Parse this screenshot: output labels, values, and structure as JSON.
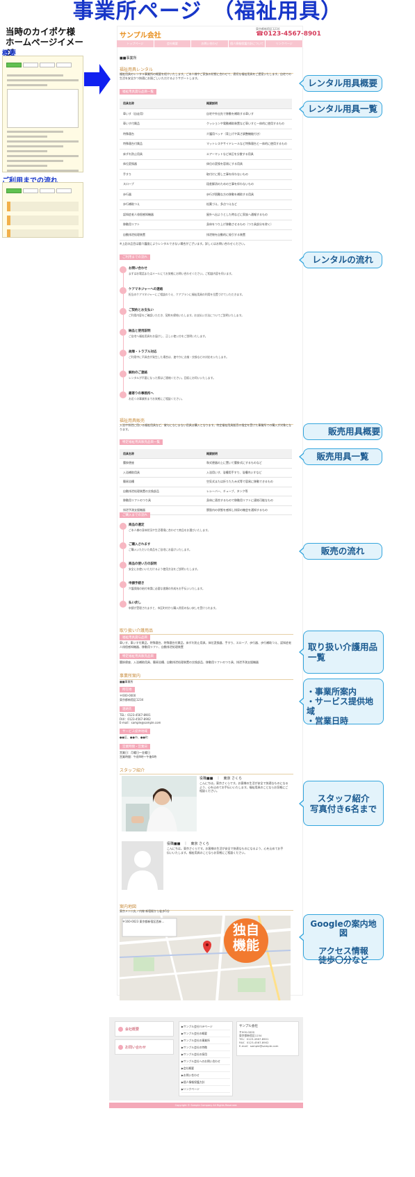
{
  "title": "事業所ページ　（福祉用具）",
  "left_caption": "当時のカイポケ様\nホームページイメージ",
  "left_labels": {
    "overview": "概要",
    "flow": "ご利用までの流れ"
  },
  "site": {
    "logo": "サンプル会社",
    "tel": "☎0123-4567-8901",
    "address": "東京都新宿区1234",
    "nav": [
      "トップページ",
      "会社概要",
      "お問い合わせ",
      "個人情報保護方針について",
      "リンクページ"
    ],
    "breadcrumb": "■■事業所"
  },
  "rental": {
    "title": "福祉用具レンタル",
    "desc": "福祉用具のレンタル事業所の概要を紹介いたします。ご本人様やご家族の状態に合わせて、適切な福祉用具をご提案いたします。自宅での生活を安全かつ快適にお過ごしいただけるようサポートします。",
    "list_tag": "福祉用具貸与品目一覧",
    "columns": [
      "用具名称",
      "概要説明"
    ],
    "rows": [
      [
        "車いす（自走用）",
        "自宅や外出先で移動を補助する車いす"
      ],
      [
        "車いす付属品",
        "クッションや電動補助装置など車いすと一体的に使用するもの"
      ],
      [
        "特殊寝台",
        "介護用ベッド（背上げや高さ調整機能付き）"
      ],
      [
        "特殊寝台付属品",
        "マットレスやサイドレールなど特殊寝台と一体的に使用するもの"
      ],
      [
        "床ずれ防止用具",
        "エアーマットなど体圧を分散する用具"
      ],
      [
        "体位変換器",
        "体位の変換を容易にする用具"
      ],
      [
        "手すり",
        "取付けに際し工事を伴わないもの"
      ],
      [
        "スロープ",
        "段差解消のための工事を伴わないもの"
      ],
      [
        "歩行器",
        "歩行が困難な方の移動を補助する用具"
      ],
      [
        "歩行補助つえ",
        "松葉づえ、多点つえなど"
      ],
      [
        "認知症老人徘徊感知機器",
        "屋外へ出ようとした時などに家族へ通報するもの"
      ],
      [
        "移動用リフト",
        "身体をつり上げ移動させるもの（つり具部分を除く）"
      ],
      [
        "自動排泄処理装置",
        "排泄物を自動的に吸引する装置"
      ]
    ],
    "note": "※上記の品目は要介護度によりレンタルできない場合がございます。詳しくはお問い合わせください。",
    "flow_tag": "ご利用までの流れ",
    "flow": [
      {
        "title": "お問い合わせ",
        "desc": "まずはお電話またはメールにてお気軽にお問い合わせください。ご相談内容を伺います。"
      },
      {
        "title": "ケアマネジャーへの連絡",
        "desc": "担当のケアマネジャーにご相談のうえ、ケアプランに福祉用具の利用を位置づけていただきます。"
      },
      {
        "title": "ご契約とお支払い",
        "desc": "ご利用内容をご確認いただき、契約を締結いたします。お支払い方法についてご説明いたします。"
      },
      {
        "title": "納品と使用説明",
        "desc": "ご自宅へ福祉用具をお届けし、正しい使い方をご説明いたします。"
      },
      {
        "title": "故障・トラブル対応",
        "desc": "ご利用中に不具合が発生した場合は、速やかに点検・交換などの対応をいたします。"
      },
      {
        "title": "解約のご連絡",
        "desc": "レンタルが不要になった際はご連絡ください。回収にお伺いいたします。"
      },
      {
        "title": "最寄りの事務所へ",
        "desc": "お近くの事業所までお気軽にご相談ください。"
      }
    ]
  },
  "sales": {
    "title": "福祉用具販売",
    "desc": "入浴や排泄に用いる福祉用具など、貸与になじまない用具は購入となります。特定福祉用具販売の指定を受けた事業所での購入が対象となります。",
    "list_tag": "特定福祉用具販売品目一覧",
    "columns": [
      "用具名称",
      "概要説明"
    ],
    "rows": [
      [
        "腰掛便座",
        "和式便器の上に置いて腰掛式にするものなど"
      ],
      [
        "入浴補助用具",
        "入浴用いす、浴槽用手すり、浴槽内いすなど"
      ],
      [
        "簡易浴槽",
        "空気式または折りたたみ式等で容易に移動できるもの"
      ],
      [
        "自動排泄処理装置の交換部品",
        "レシーバー、チューブ、タンク等"
      ],
      [
        "移動用リフトのつり具",
        "身体に適合するもので移動用リフトに連結可能なもの"
      ],
      [
        "排泄予測支援機器",
        "膀胱内の状態を感知し排尿の機会を通知するもの"
      ]
    ],
    "flow_tag": "ご購入までの流れ",
    "flow": [
      {
        "title": "商品の選定",
        "desc": "ご本人様の身体状況や生活環境に合わせて商品をお選びいたします。"
      },
      {
        "title": "ご購入されます",
        "desc": "ご購入いただいた商品をご自宅にお届けいたします。"
      },
      {
        "title": "商品の使い方の説明",
        "desc": "安全にお使いいただけるよう使用方法をご説明いたします。"
      },
      {
        "title": "申請手続き",
        "desc": "介護保険の給付申請に必要な書類の作成をお手伝いいたします。"
      },
      {
        "title": "払い戻し",
        "desc": "申請が受理されますと、市区町村から購入費用の払い戻しを受けられます。"
      }
    ]
  },
  "handled": {
    "title": "取り扱い介護用品",
    "tag1": "福祉用具貸与品目",
    "text1": "車いす、車いす付属品、特殊寝台、特殊寝台付属品、床ずれ防止用具、体位変換器、手すり、スロープ、歩行器、歩行補助つえ、認知症老人徘徊感知機器、移動用リフト、自動排泄処理装置",
    "tag2": "特定福祉用具販売品目",
    "text2": "腰掛便座、入浴補助用具、簡易浴槽、自動排泄処理装置の交換部品、移動用リフトのつり具、排泄予測支援機器"
  },
  "office": {
    "title": "事業所案内",
    "name": "■■事業所",
    "tag_address": "所在地",
    "address": "〒000-0000\n東京都新宿区1234",
    "tag_contact": "連絡先",
    "contact": "TEL：0123-4567-8901\nFAX：0123-4567-8902\nE-mail：sample@sample.com",
    "tag_area": "サービス提供地域",
    "area": "●●区、●●市、●●町",
    "tag_hours": "営業時間・営業日",
    "hours": "営業日：月曜日～金曜日\n営業時間：午前9時～午後6時"
  },
  "staff": {
    "title": "スタッフ紹介",
    "members": [
      {
        "role": "役職■■",
        "name": "東京 さくら",
        "desc": "こんにちは。東京さくらです。お客様の生活が安全で快適なものになるよう、心を込めてお手伝いいたします。福祉用具のことならお気軽にご相談ください。"
      },
      {
        "role": "役職■■",
        "name": "東京 さくら",
        "desc": "こんにちは。東京さくらです。お客様の生活が安全で快適なものになるよう、心を込めてお手伝いいたします。福祉用具のことならお気軽にご相談ください。"
      }
    ]
  },
  "map": {
    "title": "案内地図",
    "caption": "東京メトロ丸ノ内線 新宿駅から徒歩5分",
    "info_name": "〒160-0023 東京都新宿区西新...",
    "badge": "独自\n機能"
  },
  "footer": {
    "btn1": "会社概要",
    "btn2": "お問い合わせ",
    "links": [
      "サンプル会社TOPページ",
      "サンプル会社の概要",
      "サンプル会社の事業所",
      "サンプル会社の特徴",
      "サンプル会社の採用",
      "サンプル会社へのお問い合わせ",
      "会社概要",
      "お問い合わせ",
      "個人情報保護方針",
      "リンクページ"
    ],
    "company": "サンプル会社",
    "company_info": "〒000-0000\n東京都新宿区1234\nTEL：0123-4567-8901\nFAX：0123-4567-8902\nE-mail：sample@sample.com",
    "copyright": "Copyright © Sample Company All Rights Reserved."
  },
  "callouts": [
    "レンタル用具概要",
    "レンタル用具一覧",
    "レンタルの流れ",
    "販売用具概要",
    "販売用具一覧",
    "販売の流れ",
    "取り扱い介護用品\n一覧",
    "・事業所案内\n・サービス提供地域\n・営業日時",
    "スタッフ紹介\n写真付き6名まで",
    "Googleの案内地図\n\nアクセス情報\n徒歩〇分など"
  ],
  "colors": {
    "title_blue": "#1736c8",
    "callout_border": "#33a5dd",
    "callout_fill": "#e3f3fb",
    "accent_pink": "#f4a8b8",
    "section_gold": "#c78a3a"
  }
}
